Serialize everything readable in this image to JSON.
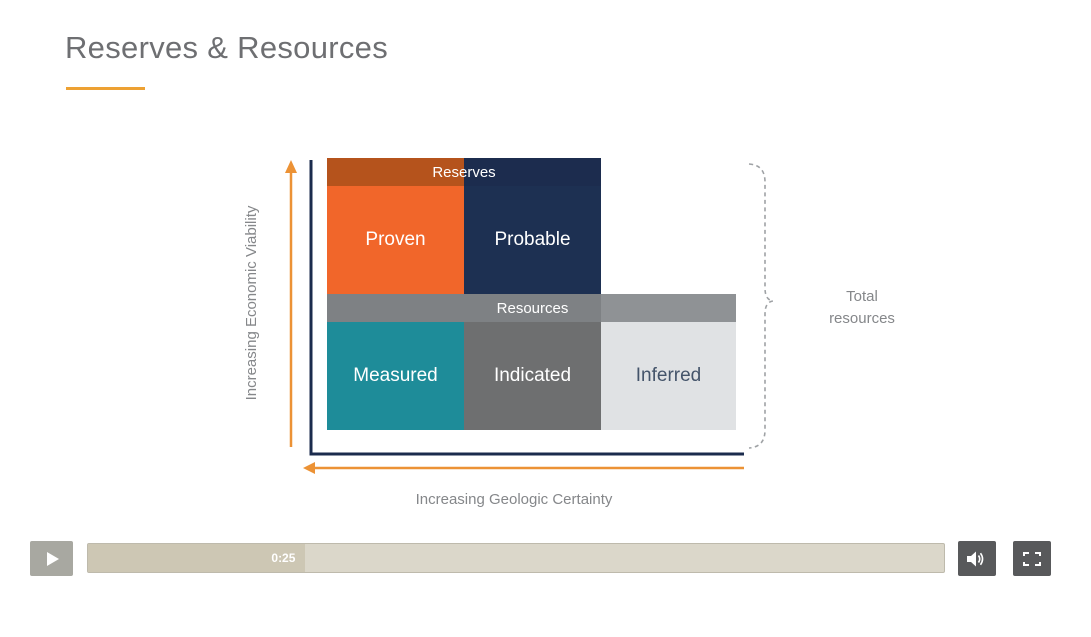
{
  "slide": {
    "title": "Reserves & Resources",
    "diagram": {
      "reserves_header": "Reserves",
      "resources_header": "Resources",
      "cells": {
        "proven": "Proven",
        "probable": "Probable",
        "measured": "Measured",
        "indicated": "Indicated",
        "inferred": "Inferred"
      },
      "y_axis_label": "Increasing Economic Viability",
      "x_axis_label": "Increasing Geologic Certainty",
      "total_resources_label": "Total resources"
    },
    "colors": {
      "accent_orange": "#EDA133",
      "arrow_orange": "#EC9235",
      "reserves_rust": "#B5531C",
      "proven_orange": "#F1662A",
      "navy": "#1D3052",
      "teal": "#1E8C99",
      "indicated_gray": "#6E6F70",
      "resources_bar_gray": "#7E8184",
      "inferred_light_gray": "#E0E2E4",
      "inferred_text": "#44546A",
      "label_gray": "#85878A"
    }
  },
  "player": {
    "elapsed_time": "0:25",
    "progress_pct": 25.4,
    "icons": {
      "play": "play-triangle",
      "volume": "speaker-with-waves",
      "fullscreen": "expand-frame"
    }
  }
}
